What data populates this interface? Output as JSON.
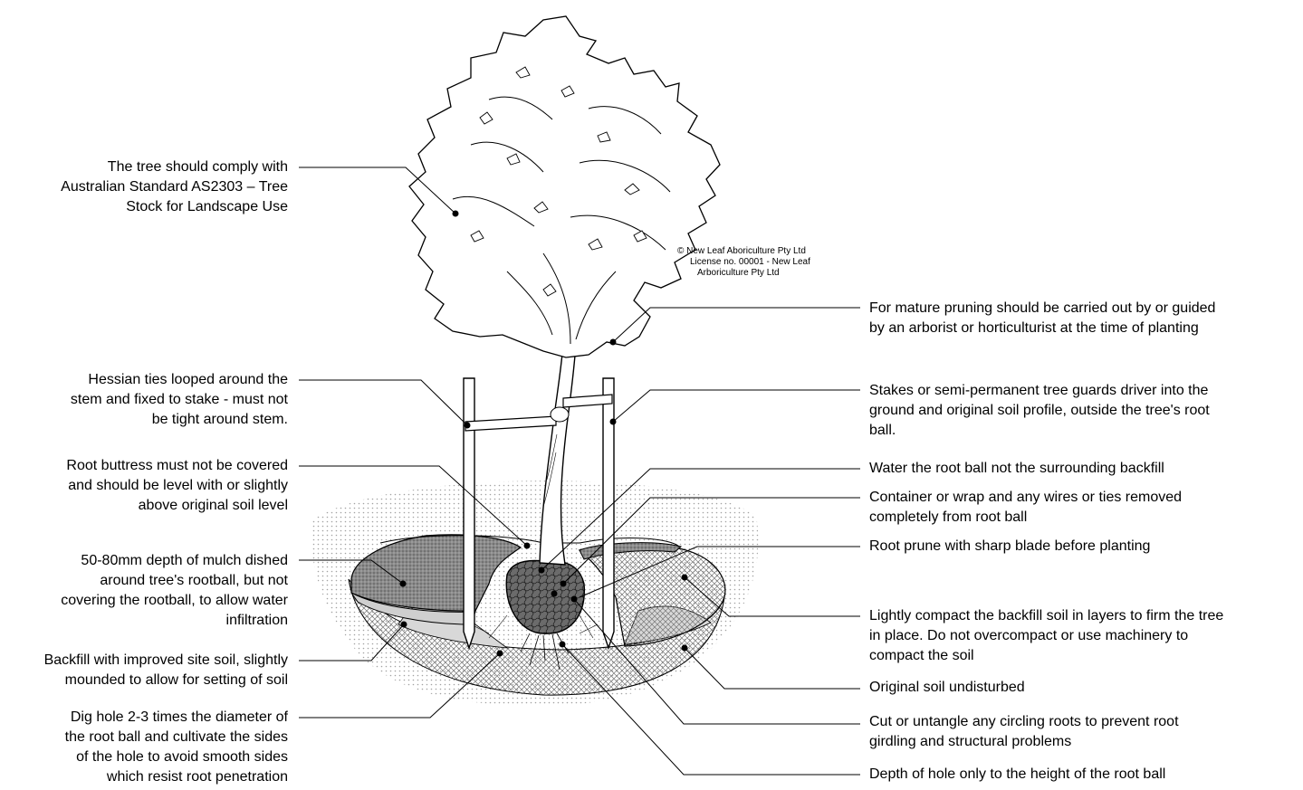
{
  "copyright": {
    "lines": [
      "© New Leaf Aboriculture Pty Ltd",
      "License no. 00001 - New Leaf",
      "Arboriculture Pty Ltd"
    ]
  },
  "left_labels": [
    {
      "id": "tree-standard",
      "lines": [
        "The tree should comply with",
        "Australian Standard AS2303 – Tree",
        "Stock for Landscape Use"
      ]
    },
    {
      "id": "hessian-ties",
      "lines": [
        "Hessian ties looped around the",
        "stem and fixed to stake - must not",
        "be tight around stem."
      ]
    },
    {
      "id": "root-buttress",
      "lines": [
        "Root buttress must not be covered",
        "and should be level with or slightly",
        "above original soil level"
      ]
    },
    {
      "id": "mulch",
      "lines": [
        "50-80mm depth of mulch dished",
        "around tree's rootball, but not",
        "covering the rootball, to allow water",
        "infiltration"
      ]
    },
    {
      "id": "backfill",
      "lines": [
        "Backfill with improved site soil, slightly",
        "mounded to allow for setting of soil"
      ]
    },
    {
      "id": "dig-hole",
      "lines": [
        "Dig hole 2-3 times the diameter of",
        "the root ball and cultivate the sides",
        "of the hole to avoid smooth sides",
        "which resist root penetration"
      ]
    }
  ],
  "right_labels": [
    {
      "id": "pruning",
      "lines": [
        "For mature pruning should be carried out by or guided",
        "by an arborist or horticulturist at the time of planting"
      ]
    },
    {
      "id": "stakes",
      "lines": [
        "Stakes or semi-permanent tree guards driver into the",
        "ground and original soil profile, outside the tree's root",
        "ball."
      ]
    },
    {
      "id": "water",
      "lines": [
        "Water the root ball not the surrounding backfill"
      ]
    },
    {
      "id": "container",
      "lines": [
        "Container or wrap and any wires or ties removed",
        "completely from root ball"
      ]
    },
    {
      "id": "root-prune",
      "lines": [
        "Root prune with sharp blade before planting"
      ]
    },
    {
      "id": "compact",
      "lines": [
        "Lightly compact the backfill soil in layers to firm the tree",
        "in place. Do not overcompact or use machinery to",
        "compact the soil"
      ]
    },
    {
      "id": "original-soil",
      "lines": [
        "Original soil undisturbed"
      ]
    },
    {
      "id": "circling-roots",
      "lines": [
        "Cut or untangle any circling roots to prevent root",
        "girdling and structural problems"
      ]
    },
    {
      "id": "hole-depth",
      "lines": [
        "Depth of hole only to the height of the root ball"
      ]
    }
  ]
}
